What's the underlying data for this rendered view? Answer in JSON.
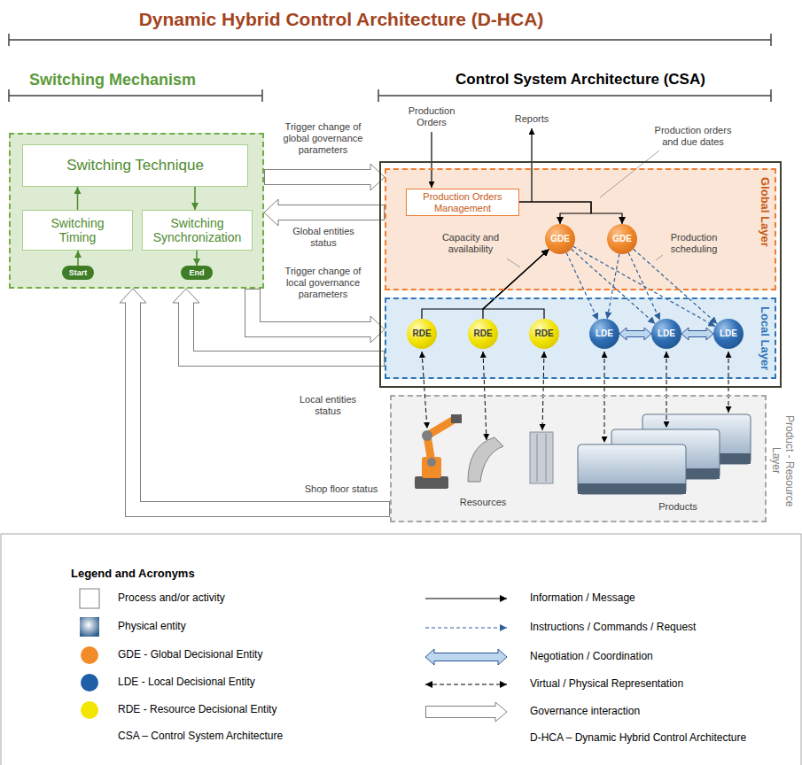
{
  "diagram": {
    "title": "Dynamic Hybrid Control Architecture (D-HCA)",
    "nodes": [
      {
        "text": [
          "Switching Mechanism"
        ]
      },
      {
        "text": [
          "Switching Technique"
        ],
        "in": 0
      },
      {
        "text": [
          "Switching Timing"
        ],
        "in": 0
      },
      {
        "text": [
          "Switching Synchronization"
        ],
        "in": 0
      },
      {
        "text": [
          "Start"
        ],
        "in": 0
      },
      {
        "text": [
          "End"
        ],
        "in": 0
      },
      {
        "text": [
          "Control System Architecture (CSA)"
        ]
      },
      {
        "text": [
          "Global Layer"
        ],
        "in": 6
      },
      {
        "text": [
          "Production Orders Management"
        ],
        "in": 7
      },
      {
        "text": [
          "GDE"
        ],
        "in": 7
      },
      {
        "text": [
          "GDE"
        ],
        "in": 7
      },
      {
        "text": [
          "Local Layer"
        ],
        "in": 6
      },
      {
        "text": [
          "RDE"
        ],
        "in": 11
      },
      {
        "text": [
          "RDE"
        ],
        "in": 11
      },
      {
        "text": [
          "RDE"
        ],
        "in": 11
      },
      {
        "text": [
          "LDE"
        ],
        "in": 11
      },
      {
        "text": [
          "LDE"
        ],
        "in": 11
      },
      {
        "text": [
          "LDE"
        ],
        "in": 11
      },
      {
        "text": [
          "Product - Resource Layer"
        ]
      }
    ],
    "edges": [
      {
        "from": 4,
        "to": 2,
        "arrow": "to"
      },
      {
        "from": 2,
        "to": 1,
        "arrow": "to"
      },
      {
        "from": 1,
        "to": 3,
        "arrow": "to"
      },
      {
        "from": 3,
        "to": 5,
        "arrow": "to"
      },
      {
        "from": 0,
        "to": 7,
        "arrow": "to",
        "label": "Trigger change of global governance parameters"
      },
      {
        "from": 7,
        "to": 0,
        "arrow": "to",
        "label": "Global entities status"
      },
      {
        "from": 0,
        "to": 11,
        "arrow": "to",
        "label": "Trigger change of local governance parameters"
      },
      {
        "from": 11,
        "to": 0,
        "arrow": "to",
        "label": "Local entities status"
      },
      {
        "from": 18,
        "to": 0,
        "arrow": "to",
        "label": "Shop floor status"
      },
      {
        "from": 8,
        "to": 9,
        "arrow": "to"
      },
      {
        "from": 8,
        "to": 10,
        "arrow": "to"
      },
      {
        "from": 12,
        "to": 9,
        "arrow": "to"
      },
      {
        "from": 13,
        "to": 9,
        "arrow": "to"
      },
      {
        "from": 14,
        "to": 9,
        "arrow": "to"
      },
      {
        "from": 9,
        "to": 15,
        "arrow": "to"
      },
      {
        "from": 9,
        "to": 16,
        "arrow": "to"
      },
      {
        "from": 9,
        "to": 17,
        "arrow": "to"
      },
      {
        "from": 10,
        "to": 15,
        "arrow": "to"
      },
      {
        "from": 10,
        "to": 16,
        "arrow": "to"
      },
      {
        "from": 10,
        "to": 17,
        "arrow": "to"
      },
      {
        "from": 15,
        "to": 16,
        "arrow": "both"
      },
      {
        "from": 16,
        "to": 17,
        "arrow": "both"
      }
    ],
    "labels": [
      "Production Orders",
      "Reports",
      "Production orders and due dates",
      "Capacity and availability",
      "Production scheduling",
      "Resources",
      "Products",
      "Legend and Acronyms"
    ],
    "legend": [
      {
        "text": "Process and/or activity"
      },
      {
        "text": "Physical entity"
      },
      {
        "text": "GDE - Global Decisional Entity",
        "color": "#f28c28"
      },
      {
        "text": "LDE - Local Decisional Entity",
        "color": "#1f5fa8"
      },
      {
        "text": "RDE - Resource Decisional Entity",
        "color": "#f2e600"
      },
      {
        "text": "CSA – Control System Architecture"
      },
      {
        "text": "Information / Message"
      },
      {
        "text": "Instructions / Commands / Request"
      },
      {
        "text": "Negotiation / Coordination"
      },
      {
        "text": "Virtual / Physical Representation"
      },
      {
        "text": "Governance interaction"
      },
      {
        "text": "D-HCA – Dynamic Hybrid Control Architecture"
      }
    ]
  }
}
